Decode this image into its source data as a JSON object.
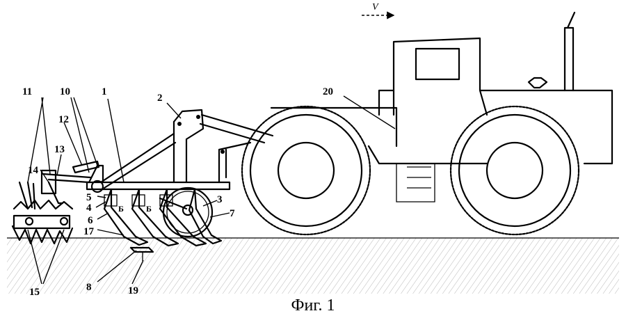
{
  "caption": "Фиг. 1",
  "direction": "V",
  "labels": {
    "l1": "1",
    "l2": "2",
    "l3": "3",
    "l4": "4",
    "l5": "5",
    "l6": "6",
    "l7": "7",
    "l8": "8",
    "l10": "10",
    "l11": "11",
    "l12": "12",
    "l13": "13",
    "l14": "14",
    "l15": "15",
    "l17": "17",
    "l19": "19",
    "l20": "20",
    "sec_a": "Б",
    "sec_b": "Б"
  }
}
